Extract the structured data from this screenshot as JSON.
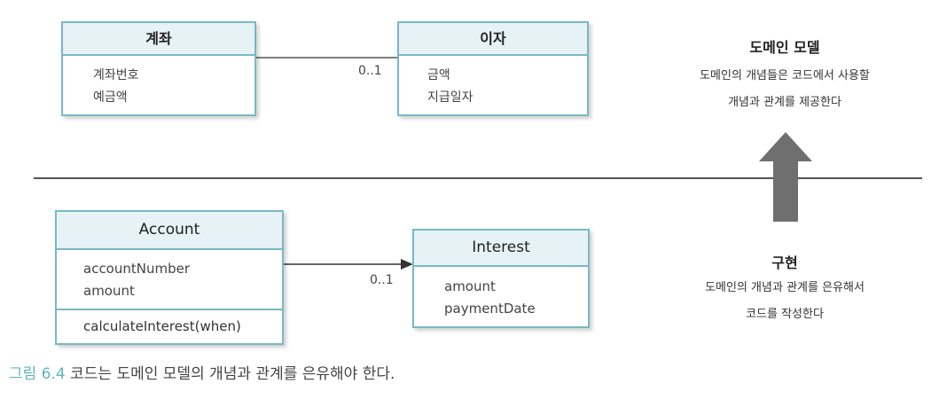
{
  "domain_model": {
    "title": "도메인 모델",
    "desc_line1": "도메인의 개념들은 코드에서 사용할",
    "desc_line2": "개념과 관계를 제공한다",
    "class_account": {
      "name": "계좌",
      "attributes": [
        "계좌번호",
        "예금액"
      ]
    },
    "class_interest": {
      "name": "이자",
      "attributes": [
        "금액",
        "지급일자"
      ]
    },
    "multiplicity": "0..1"
  },
  "implementation": {
    "title": "구현",
    "desc_line1": "도메인의 개념과 관계를 은유해서",
    "desc_line2": "코드를 작성한다",
    "class_account": {
      "name": "Account",
      "attributes": [
        "accountNumber",
        "amount"
      ],
      "operations": [
        "calculateInterest(when)"
      ]
    },
    "class_interest": {
      "name": "Interest",
      "attributes": [
        "amount",
        "paymentDate"
      ]
    },
    "multiplicity": "0..1"
  },
  "caption": {
    "label": "그림 6.4",
    "text": "코드는 도메인 모델의 개념과 관계를 은유해야 한다."
  },
  "colors": {
    "box_border": "#78b9c4",
    "box_header": "#e6f2f5",
    "arrow": "#6f6f6f",
    "caption_label": "#5fb4c6"
  }
}
